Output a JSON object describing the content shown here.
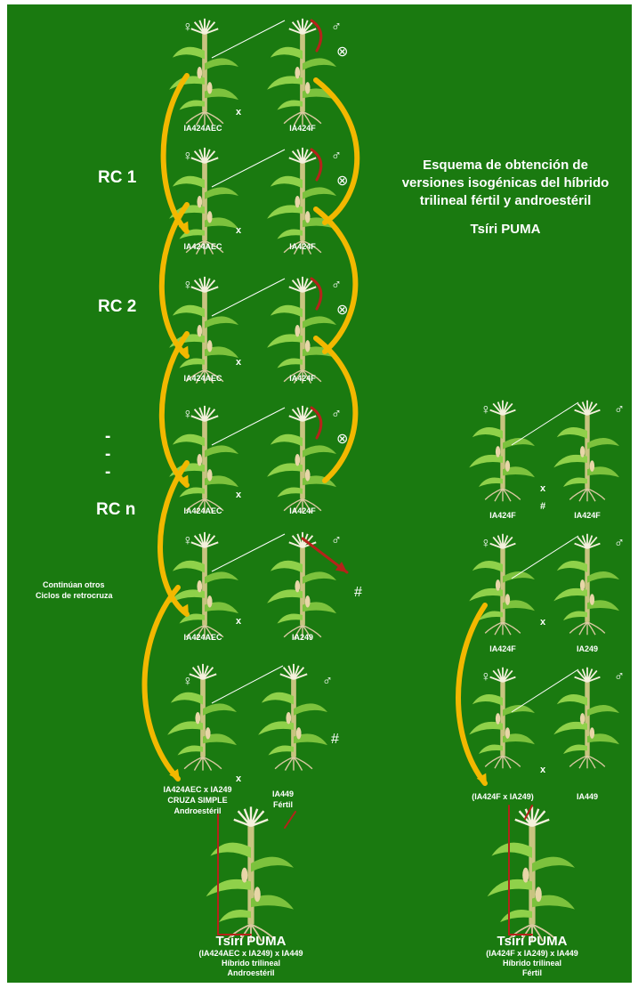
{
  "title": {
    "line1": "Esquema de obtención de",
    "line2": "versiones isogénicas del híbrido",
    "line3": "trilineal fértil y androestéril",
    "subtitle": "Tsíri PUMA"
  },
  "cycles": {
    "rc1": "RC 1",
    "rc2": "RC 2",
    "rcn": "RC n",
    "dot": "-"
  },
  "symbols": {
    "female": "♀",
    "male": "♂",
    "cross": "x",
    "hash": "#",
    "selfing": "⊗"
  },
  "note": {
    "line1": "Continúan otros",
    "line2": "Ciclos de retrocruza"
  },
  "left": {
    "rows": [
      {
        "female": "IA424AEC",
        "male": "IA424F"
      },
      {
        "female": "IA424AEC",
        "male": "IA424F"
      },
      {
        "female": "IA424AEC",
        "male": "IA424F"
      },
      {
        "female": "IA424AEC",
        "male": "IA424F"
      },
      {
        "female": "IA424AEC",
        "male": "IA249"
      }
    ],
    "single_cross": {
      "line1": "IA424AEC x IA249",
      "line2": "CRUZA SIMPLE",
      "line3": "Androestéril"
    },
    "tester": {
      "line1": "IA449",
      "line2": "Fértil"
    },
    "hybrid": {
      "name": "Tsíri PUMA",
      "line1": "(IA424AEC x IA249) x IA449",
      "line2": "Híbrido trilineal",
      "line3": "Androestéril"
    }
  },
  "right": {
    "rows": [
      {
        "female": "IA424F",
        "male": "IA424F"
      },
      {
        "female": "IA424F",
        "male": "IA249"
      },
      {
        "female": "(IA424F x IA249)",
        "male": "IA449"
      }
    ],
    "hybrid": {
      "name": "Tsíri PUMA",
      "line1": "(IA424F x IA249) x IA449",
      "line2": "Híbrido trilineal",
      "line3": "Fértil"
    }
  },
  "colors": {
    "background": "#1a7a10",
    "arrow": "#f2b800",
    "red_arrow": "#b5231a",
    "plant": "#8fd14a"
  }
}
